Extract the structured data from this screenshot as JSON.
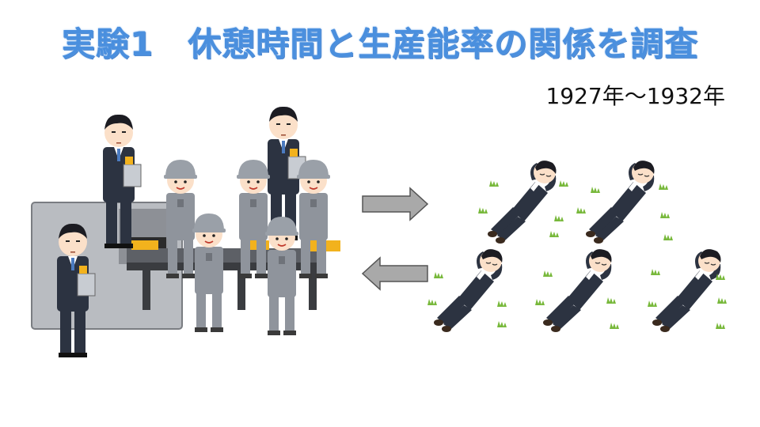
{
  "slide": {
    "title": "実験1　休憩時間と生産能率の関係を調査",
    "period": "1927年～1932年"
  },
  "colors": {
    "title": "#4a8fde",
    "suit": "#2c3341",
    "work_uniform": "#8f949c",
    "machine": "#b9bcc1",
    "grass": "#77b83a",
    "gold": "#f2b21d",
    "arrow": "#a9a9a9"
  },
  "illustration": {
    "left": "factory-workers-and-supervisors",
    "right": "resting-workers-lying-on-grass",
    "arrows": [
      "arrow-right",
      "arrow-left"
    ]
  }
}
